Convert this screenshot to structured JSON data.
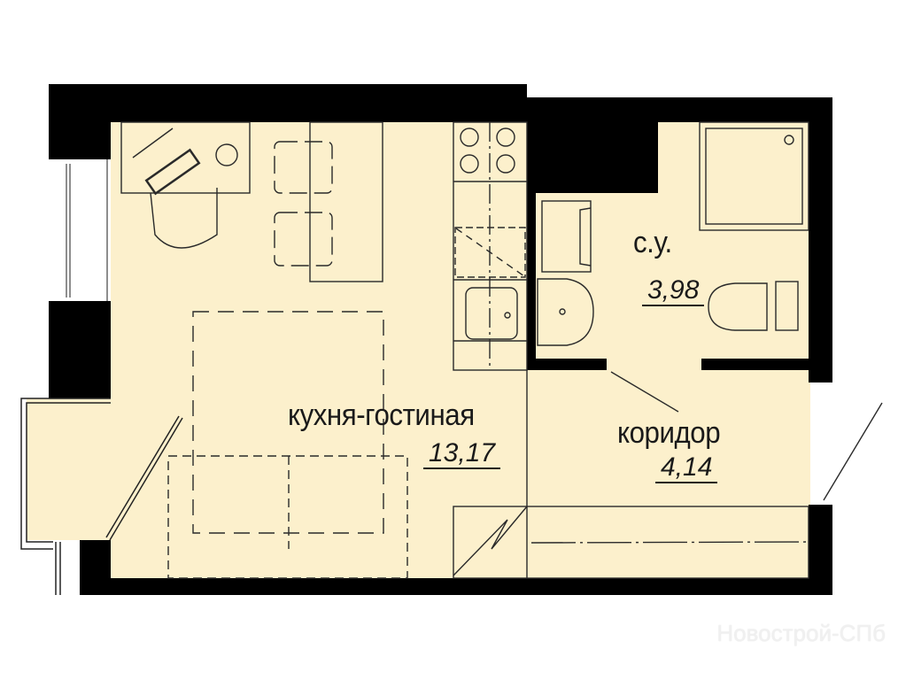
{
  "rooms": [
    {
      "name": "кухня-гостиная",
      "area": "13,17"
    },
    {
      "name": "с.у.",
      "area": "3,98"
    },
    {
      "name": "коридор",
      "area": "4,14"
    }
  ],
  "watermark": "Новострой-СПб",
  "colors": {
    "floor": "#fcf0cc",
    "wall": "#000000",
    "line": "#2a2a2a"
  }
}
